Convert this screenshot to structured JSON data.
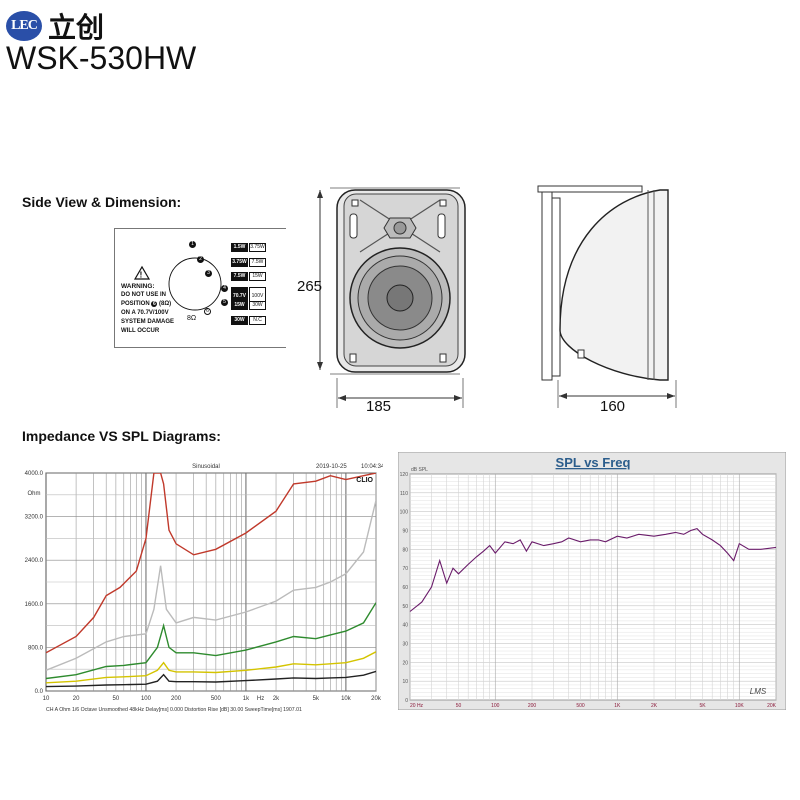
{
  "brand": {
    "logo": "LEC",
    "name_cn": "立创"
  },
  "model": "WSK-530HW",
  "sections": {
    "side_view": "Side View & Dimension:",
    "impedance": "Impedance VS SPL Diagrams:"
  },
  "tap_panel": {
    "warning_title": "WARNING:",
    "warning_lines": [
      "DO NOT USE IN",
      "POSITION",
      "(8Ω)",
      "ON A 70.7V/100V",
      "SYSTEM DAMAGE",
      "WILL OCCUR"
    ],
    "taps": [
      {
        "num": "1",
        "v70": "1.5W",
        "v100": "3.75W"
      },
      {
        "num": "2",
        "v70": "3.75W",
        "v100": "7.5W"
      },
      {
        "num": "3",
        "v70": "7.5W",
        "v100": "15W"
      },
      {
        "num": "4",
        "v70": "70.7V",
        "v100": "100V"
      },
      {
        "num": "5",
        "v70": "15W",
        "v100": "30W"
      },
      {
        "num": "",
        "v70": "30W",
        "v100": "N.C"
      }
    ],
    "ohm_label": "8Ω",
    "ohm_num": "6"
  },
  "dimensions": {
    "height": "265",
    "width": "185",
    "depth": "160"
  },
  "impedance_chart": {
    "header_center": "Sinusoidal",
    "header_date": "2019-10-25",
    "header_time": "10:04:34",
    "brand_tag": "CLIO",
    "unit": "Ohm",
    "footer": "CH A   Ohm   1/6 Octave   Unsmoothed   48kHz   Delay[ms] 0.000   Distortion Rise [dB] 30.00   SweepTime[ms] 1907.01"
  },
  "chart_data": [
    {
      "type": "line",
      "title": "",
      "xlabel": "Hz",
      "ylabel": "Ohm",
      "x_scale": "log",
      "xlim": [
        10,
        20000
      ],
      "ylim": [
        0,
        4000
      ],
      "x_tick_labels": [
        "10",
        "20",
        "50",
        "100",
        "200",
        "500",
        "1k",
        "Hz",
        "2k",
        "5k",
        "10k",
        "20k"
      ],
      "y_tick_labels": [
        "0.0",
        "800.0",
        "1600.0",
        "2400.0",
        "3200.0",
        "4000.0"
      ],
      "grid": true,
      "series": [
        {
          "color": "#c0392b",
          "x": [
            10,
            20,
            30,
            40,
            55,
            80,
            100,
            120,
            140,
            150,
            170,
            200,
            300,
            500,
            1000,
            2000,
            3000,
            5000,
            7000,
            10000,
            15000,
            20000
          ],
          "y": [
            700,
            1000,
            1350,
            1750,
            1900,
            2200,
            2800,
            4000,
            4000,
            3800,
            2950,
            2700,
            2500,
            2600,
            2900,
            3300,
            3800,
            3850,
            3950,
            3880,
            3950,
            4000
          ]
        },
        {
          "color": "#bbbbbb",
          "x": [
            10,
            20,
            40,
            60,
            100,
            120,
            140,
            160,
            200,
            300,
            500,
            1000,
            2000,
            3000,
            5000,
            7000,
            10000,
            15000,
            20000
          ],
          "y": [
            380,
            600,
            900,
            1000,
            1050,
            1500,
            2300,
            1500,
            1250,
            1350,
            1300,
            1450,
            1650,
            1850,
            1900,
            2000,
            2150,
            2550,
            3500
          ]
        },
        {
          "color": "#2e8b2e",
          "x": [
            10,
            20,
            40,
            60,
            100,
            130,
            150,
            170,
            200,
            300,
            500,
            1000,
            2000,
            3000,
            5000,
            7000,
            10000,
            15000,
            20000
          ],
          "y": [
            230,
            300,
            450,
            470,
            520,
            800,
            1200,
            800,
            700,
            700,
            650,
            750,
            900,
            1000,
            960,
            1030,
            1100,
            1250,
            1620
          ]
        },
        {
          "color": "#d4c400",
          "x": [
            10,
            20,
            40,
            60,
            100,
            130,
            150,
            170,
            200,
            300,
            500,
            1000,
            2000,
            3000,
            5000,
            7000,
            10000,
            15000,
            20000
          ],
          "y": [
            150,
            180,
            250,
            260,
            280,
            380,
            520,
            380,
            350,
            350,
            340,
            380,
            440,
            500,
            480,
            500,
            520,
            600,
            720
          ]
        },
        {
          "color": "#222222",
          "x": [
            10,
            20,
            40,
            60,
            100,
            130,
            150,
            170,
            200,
            300,
            500,
            1000,
            2000,
            3000,
            5000,
            7000,
            10000,
            15000,
            20000
          ],
          "y": [
            80,
            90,
            110,
            115,
            125,
            180,
            300,
            180,
            170,
            170,
            165,
            190,
            220,
            240,
            230,
            240,
            250,
            290,
            360
          ]
        }
      ]
    },
    {
      "type": "line",
      "title": "SPL vs Freq",
      "xlabel": "",
      "ylabel": "dB SPL",
      "x_scale": "log",
      "xlim": [
        20,
        20000
      ],
      "ylim": [
        0,
        120
      ],
      "x_tick_labels": [
        "20 Hz",
        "50",
        "100",
        "200",
        "500",
        "1K",
        "2K",
        "5K",
        "10K",
        "20K"
      ],
      "y_tick_labels": [
        "0",
        "10",
        "20",
        "30",
        "40",
        "50",
        "60",
        "70",
        "80",
        "90",
        "100",
        "110",
        "120"
      ],
      "grid": true,
      "watermark": "LMS",
      "series": [
        {
          "color": "#6a1b6a",
          "x": [
            20,
            25,
            30,
            35,
            40,
            45,
            50,
            60,
            70,
            80,
            90,
            100,
            120,
            140,
            160,
            180,
            200,
            250,
            300,
            350,
            400,
            500,
            600,
            700,
            800,
            1000,
            1200,
            1500,
            2000,
            2500,
            3000,
            3500,
            4000,
            4500,
            5000,
            6000,
            7000,
            8000,
            9000,
            10000,
            12000,
            15000,
            20000
          ],
          "y": [
            47,
            52,
            60,
            74,
            62,
            70,
            67,
            72,
            76,
            79,
            82,
            78,
            84,
            83,
            85,
            79,
            84,
            82,
            83,
            84,
            86,
            84,
            85,
            85,
            84,
            87,
            86,
            88,
            87,
            88,
            89,
            88,
            90,
            91,
            88,
            85,
            82,
            78,
            74,
            83,
            80,
            80,
            81
          ]
        }
      ]
    }
  ]
}
